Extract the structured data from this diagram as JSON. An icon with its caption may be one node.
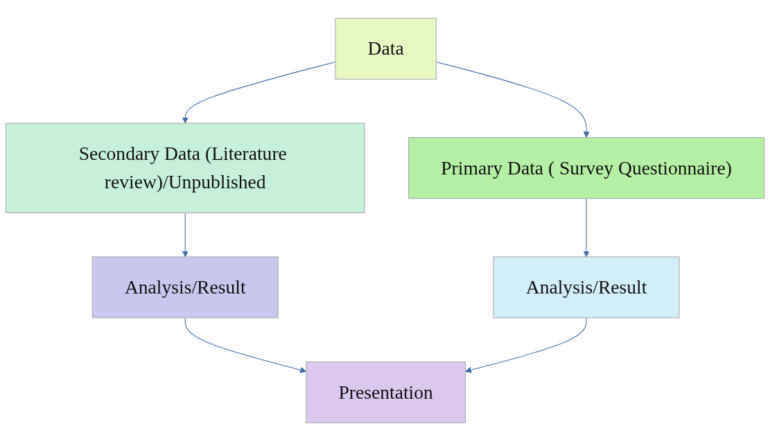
{
  "diagram": {
    "nodes": [
      {
        "text": [
          "Data"
        ]
      },
      {
        "text": [
          "Secondary Data (Literature review)/Unpublished"
        ]
      },
      {
        "text": [
          "Primary Data ( Survey Questionnaire)"
        ]
      },
      {
        "text": [
          "Analysis/Result"
        ]
      },
      {
        "text": [
          "Analysis/Result"
        ]
      },
      {
        "text": [
          "Presentation"
        ]
      }
    ],
    "edges": [
      {
        "from": 0,
        "to": 1,
        "arrow": "to"
      },
      {
        "from": 0,
        "to": 2,
        "arrow": "to"
      },
      {
        "from": 1,
        "to": 3,
        "arrow": "to"
      },
      {
        "from": 2,
        "to": 4,
        "arrow": "to"
      },
      {
        "from": 3,
        "to": 5,
        "arrow": "to"
      },
      {
        "from": 4,
        "to": 5,
        "arrow": "to"
      }
    ]
  }
}
